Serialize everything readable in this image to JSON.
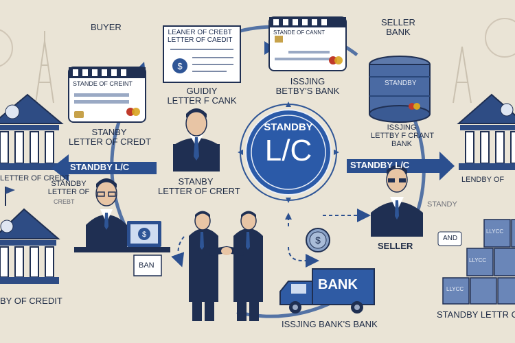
{
  "colors": {
    "background": "#eae4d6",
    "navy": "#1f2f52",
    "blue": "#2e5596",
    "light_blue": "#a9bcd9",
    "arrow": "#2b4f8f"
  },
  "labels": {
    "buyer": "BUYER",
    "seller_bank": "SELLER\nBANK",
    "card_top_left": "STANDE OF CREINT",
    "top_card_title": "LEANER OF CREBT\nLETTER OF CAEDIT",
    "top_right_card": "STANDE OF CANNT",
    "guidy_letter": "GUIDIY\nLETTER F CANK",
    "issjing_betby": "ISSJING\nBETBY'S BANK",
    "drum_label": "STANDBY",
    "issjing_letty": "ISSJING\nLETTBY F CRANT\nBANK",
    "standby_letter_credt_left": "STANBY\nLETTER OF CREDT",
    "standby_lc_arrow_left": "STANDBY L/C",
    "standby_lc_arrow_right": "STANDBY L/C",
    "center_standby": "STANDBY",
    "center_lc": "L/C",
    "stanby_letter_center": "STANBY\nLETTER OF CRERT",
    "letter_of_credit_left_edge": "LETTER OF CREDT",
    "standby_letter_of_left": "STANDBY\nLETTER OF",
    "crebt_small": "CREBT",
    "landby_right": "LENDBY OF",
    "standy_right": "STANDY",
    "seller": "SELLER",
    "and_label": "AND",
    "truck_bank": "BANK",
    "ban_box": "BAN",
    "issjing_banks_bank": "ISSJING BANK'S BANK",
    "by_of_credit_bottom_left": "BY OF CREDIT",
    "standby_lettr_bottom_right": "STANDBY LETTR OF C",
    "box_lbl": "LLYCC"
  }
}
